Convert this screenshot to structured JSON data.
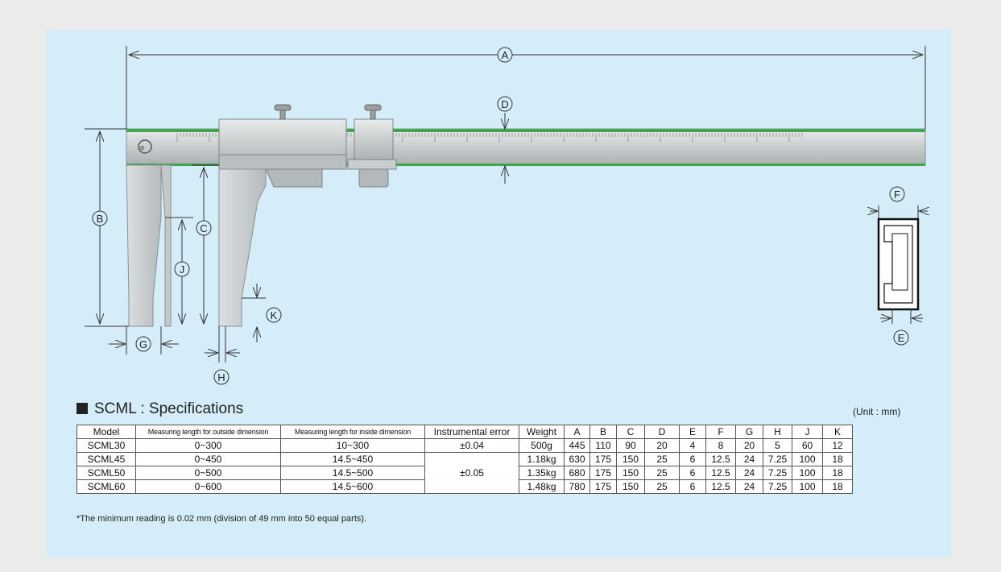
{
  "diagram": {
    "labels": {
      "A": "A",
      "B": "B",
      "C": "C",
      "D": "D",
      "E": "E",
      "F": "F",
      "G": "G",
      "H": "H",
      "J": "J",
      "K": "K"
    }
  },
  "spec": {
    "title": "SCML : Specifications",
    "unit": "(Unit : mm)",
    "headers": [
      "Model",
      "Measuring length for outside dimension",
      "Measuring length for inside dimension",
      "Instrumental error",
      "Weight",
      "A",
      "B",
      "C",
      "D",
      "E",
      "F",
      "G",
      "H",
      "J",
      "K"
    ],
    "rows": [
      {
        "model": "SCML30",
        "outside": "0~300",
        "inside": "10~300",
        "error": "±0.04",
        "weight": "500g",
        "A": "445",
        "B": "110",
        "C": "90",
        "D": "20",
        "E": "4",
        "F": "8",
        "G": "20",
        "H": "5",
        "J": "60",
        "K": "12"
      },
      {
        "model": "SCML45",
        "outside": "0~450",
        "inside": "14.5~450",
        "weight": "1.18kg",
        "A": "630",
        "B": "175",
        "C": "150",
        "D": "25",
        "E": "6",
        "F": "12.5",
        "G": "24",
        "H": "7.25",
        "J": "100",
        "K": "18"
      },
      {
        "model": "SCML50",
        "outside": "0~500",
        "inside": "14.5~500",
        "weight": "1.35kg",
        "A": "680",
        "B": "175",
        "C": "150",
        "D": "25",
        "E": "6",
        "F": "12.5",
        "G": "24",
        "H": "7.25",
        "J": "100",
        "K": "18"
      },
      {
        "model": "SCML60",
        "outside": "0~600",
        "inside": "14.5~600",
        "weight": "1.48kg",
        "A": "780",
        "B": "175",
        "C": "150",
        "D": "25",
        "E": "6",
        "F": "12.5",
        "G": "24",
        "H": "7.25",
        "J": "100",
        "K": "18"
      }
    ],
    "shared_error": "±0.05",
    "footnote": "*The minimum reading is 0.02 mm (division of 49 mm into 50 equal parts)."
  },
  "colors": {
    "panel": "#d4edf9",
    "page": "#ebebeb",
    "green_stripe": "#3fa64a",
    "steel": "#cfd3d4"
  }
}
